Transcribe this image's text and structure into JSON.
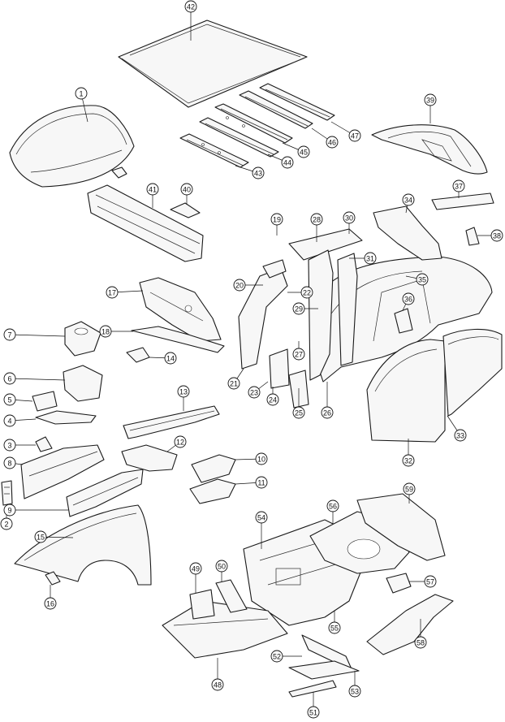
{
  "diagram": {
    "callouts": [
      {
        "id": "1",
        "label": "1"
      },
      {
        "id": "2",
        "label": "2"
      },
      {
        "id": "3",
        "label": "3"
      },
      {
        "id": "4",
        "label": "4"
      },
      {
        "id": "5",
        "label": "5"
      },
      {
        "id": "6",
        "label": "6"
      },
      {
        "id": "7",
        "label": "7"
      },
      {
        "id": "8",
        "label": "8"
      },
      {
        "id": "9",
        "label": "9"
      },
      {
        "id": "10",
        "label": "10"
      },
      {
        "id": "11",
        "label": "11"
      },
      {
        "id": "12",
        "label": "12"
      },
      {
        "id": "13",
        "label": "13"
      },
      {
        "id": "14",
        "label": "14"
      },
      {
        "id": "15",
        "label": "15"
      },
      {
        "id": "16",
        "label": "16"
      },
      {
        "id": "17",
        "label": "17"
      },
      {
        "id": "18",
        "label": "18"
      },
      {
        "id": "19",
        "label": "19"
      },
      {
        "id": "20",
        "label": "20"
      },
      {
        "id": "21",
        "label": "21"
      },
      {
        "id": "22",
        "label": "22"
      },
      {
        "id": "23",
        "label": "23"
      },
      {
        "id": "24",
        "label": "24"
      },
      {
        "id": "25",
        "label": "25"
      },
      {
        "id": "26",
        "label": "26"
      },
      {
        "id": "27",
        "label": "27"
      },
      {
        "id": "28",
        "label": "28"
      },
      {
        "id": "29",
        "label": "29"
      },
      {
        "id": "30",
        "label": "30"
      },
      {
        "id": "31",
        "label": "31"
      },
      {
        "id": "32",
        "label": "32"
      },
      {
        "id": "33",
        "label": "33"
      },
      {
        "id": "34",
        "label": "34"
      },
      {
        "id": "35",
        "label": "35"
      },
      {
        "id": "36",
        "label": "36"
      },
      {
        "id": "37",
        "label": "37"
      },
      {
        "id": "38",
        "label": "38"
      },
      {
        "id": "39",
        "label": "39"
      },
      {
        "id": "40",
        "label": "40"
      },
      {
        "id": "41",
        "label": "41"
      },
      {
        "id": "42",
        "label": "42"
      },
      {
        "id": "43",
        "label": "43"
      },
      {
        "id": "44",
        "label": "44"
      },
      {
        "id": "45",
        "label": "45"
      },
      {
        "id": "46",
        "label": "46"
      },
      {
        "id": "47",
        "label": "47"
      },
      {
        "id": "48",
        "label": "48"
      },
      {
        "id": "49",
        "label": "49"
      },
      {
        "id": "50",
        "label": "50"
      },
      {
        "id": "51",
        "label": "51"
      },
      {
        "id": "52",
        "label": "52"
      },
      {
        "id": "53",
        "label": "53"
      },
      {
        "id": "54",
        "label": "54"
      },
      {
        "id": "55",
        "label": "55"
      },
      {
        "id": "56",
        "label": "56"
      },
      {
        "id": "57",
        "label": "57"
      },
      {
        "id": "58",
        "label": "58"
      },
      {
        "id": "59",
        "label": "59"
      }
    ]
  }
}
